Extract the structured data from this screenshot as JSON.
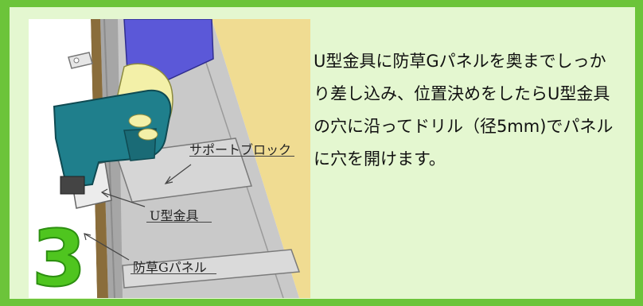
{
  "instruction": {
    "text": "U型金具に防草Gパネルを奥までしっかり差し込み、位置決めをしたらU型金具の穴に沿ってドリル（径5mm)でパネルに穴を開けます。"
  },
  "step": {
    "number": "3"
  },
  "labels": {
    "support_block": "サポートブロック",
    "u_bracket": "U型金具",
    "grass_panel": "防草Gパネル"
  },
  "colors": {
    "border": "#6cc43a",
    "panel_background": "#e4f7d0",
    "step_number": "#4fc51f",
    "drill_body": "#1f7f8c",
    "sleeve": "#5b58d8",
    "ground": "#f0dc92"
  },
  "icons": {
    "drill": "drill-illustration"
  }
}
